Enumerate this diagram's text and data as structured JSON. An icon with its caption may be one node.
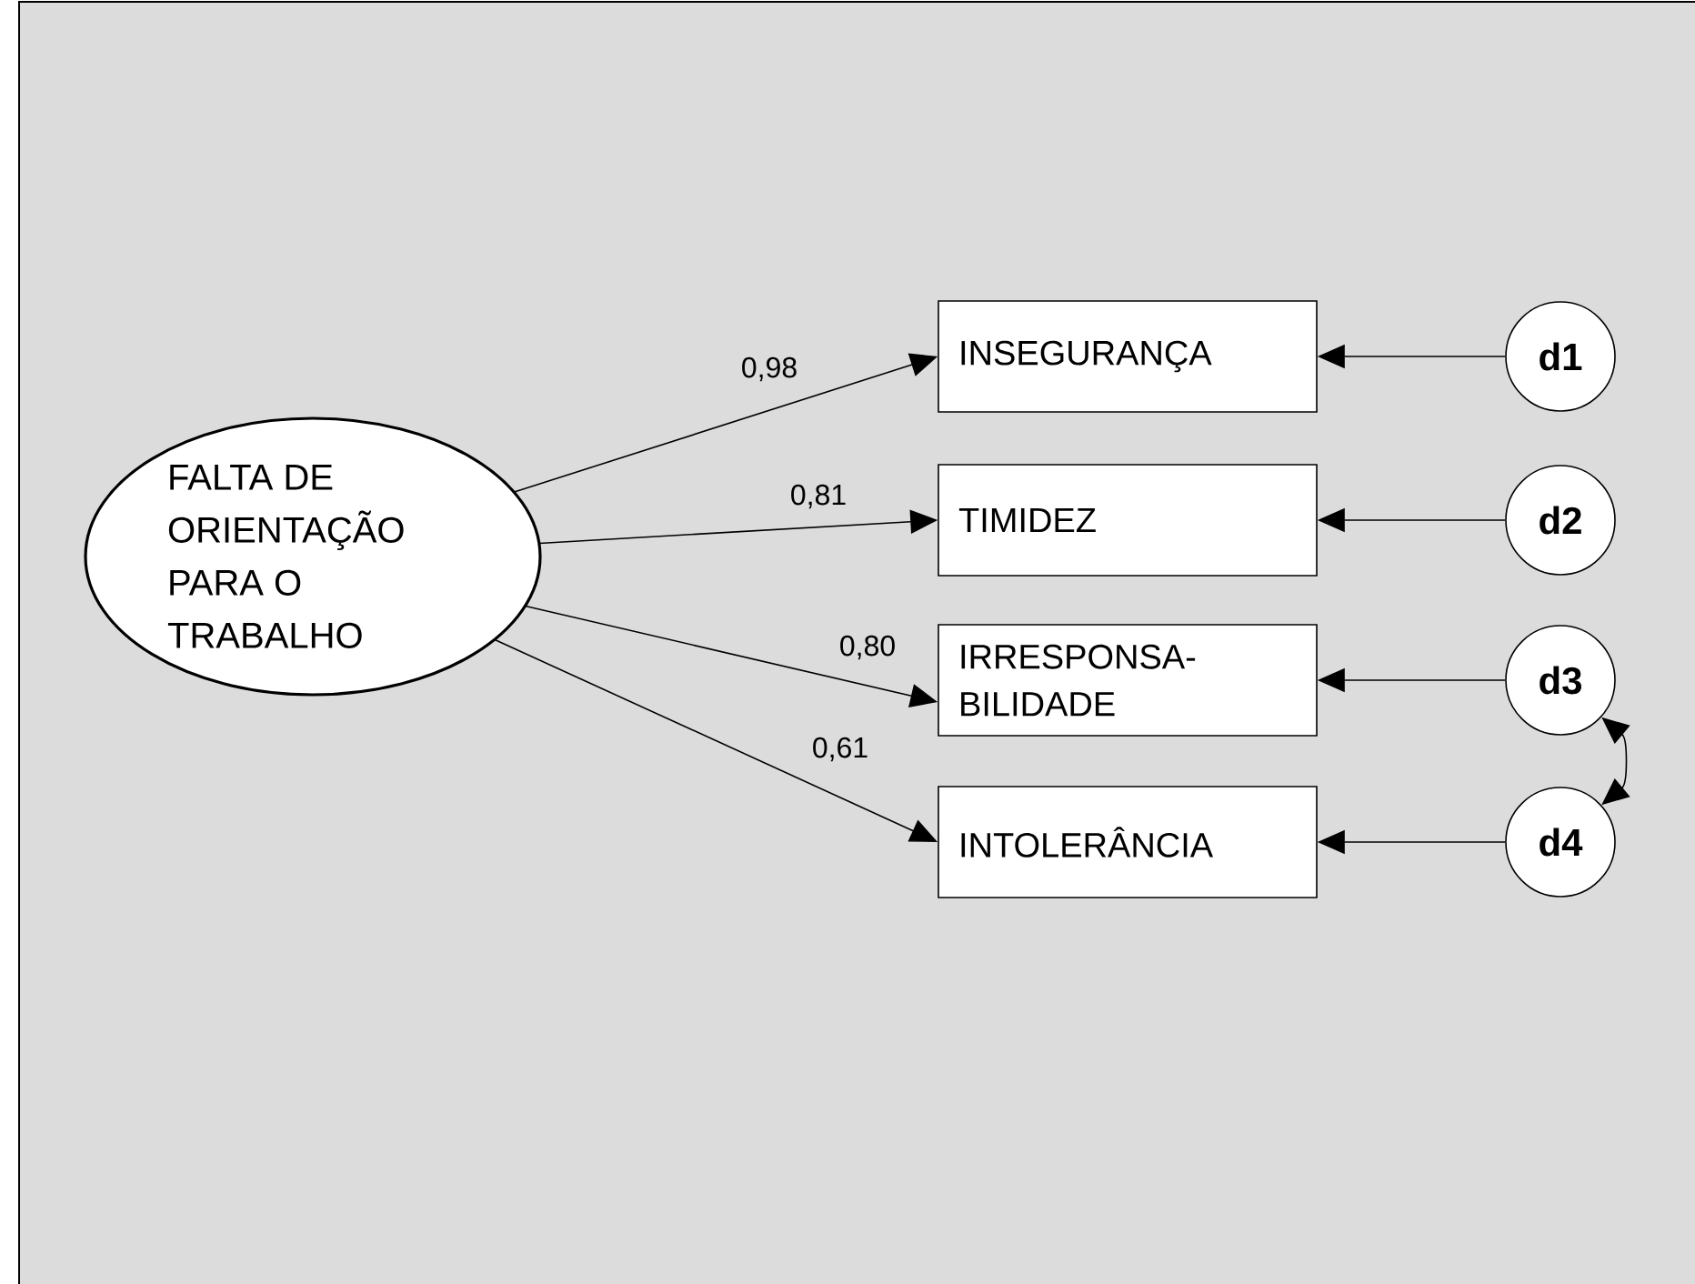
{
  "diagram": {
    "nodes": [
      {
        "text": [
          "FALTA DE ORIENTAÇÃO PARA O TRABALHO"
        ]
      },
      {
        "text": [
          "INSEGURANÇA"
        ]
      },
      {
        "text": [
          "TIMIDEZ"
        ]
      },
      {
        "text": [
          "IRRESPONSA- BILIDADE"
        ]
      },
      {
        "text": [
          "INTOLERÂNCIA"
        ]
      },
      {
        "text": [
          "d1"
        ]
      },
      {
        "text": [
          "d2"
        ]
      },
      {
        "text": [
          "d3"
        ]
      },
      {
        "text": [
          "d4"
        ]
      }
    ],
    "edges": [
      {
        "from": 0,
        "to": 1,
        "arrow": "to",
        "label": "0,98"
      },
      {
        "from": 0,
        "to": 2,
        "arrow": "to",
        "label": "0,81"
      },
      {
        "from": 0,
        "to": 3,
        "arrow": "to",
        "label": "0,80"
      },
      {
        "from": 0,
        "to": 4,
        "arrow": "to",
        "label": "0,61"
      },
      {
        "from": 5,
        "to": 1,
        "arrow": "to"
      },
      {
        "from": 6,
        "to": 2,
        "arrow": "to"
      },
      {
        "from": 7,
        "to": 3,
        "arrow": "to"
      },
      {
        "from": 8,
        "to": 4,
        "arrow": "to"
      },
      {
        "from": 7,
        "to": 8,
        "arrow": "both"
      }
    ]
  }
}
